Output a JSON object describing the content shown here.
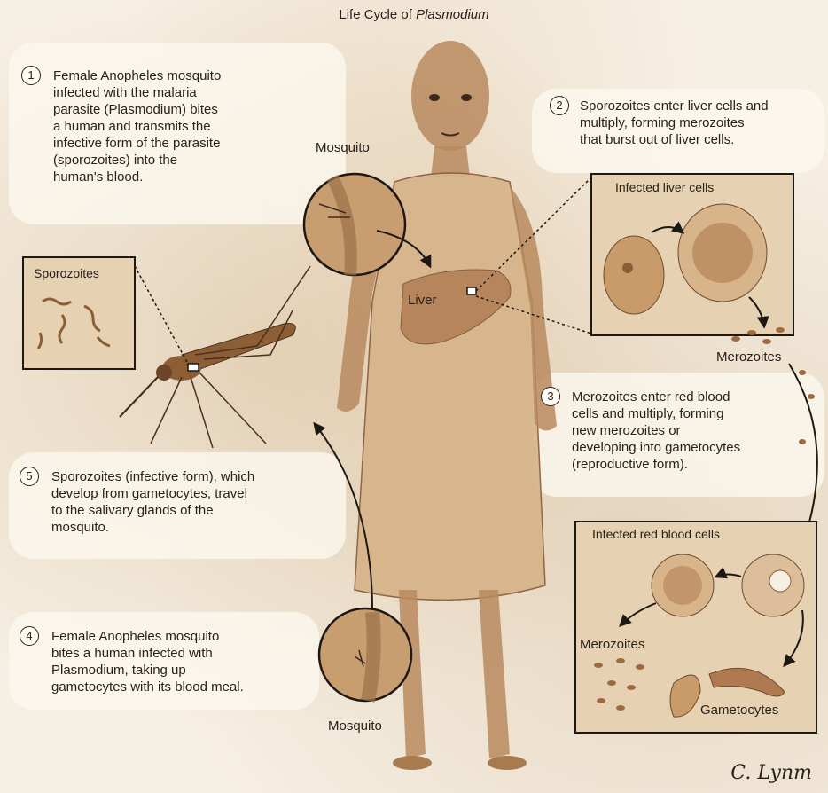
{
  "title": {
    "prefix": "Life Cycle of ",
    "italic": "Plasmodium"
  },
  "steps": [
    {
      "num": "1",
      "lines": [
        "Female Anopheles mosquito",
        "infected with the malaria",
        "parasite (Plasmodium) bites",
        "a human and transmits the",
        "infective form of the parasite",
        "(sporozoites) into the",
        "human's blood."
      ]
    },
    {
      "num": "2",
      "lines": [
        "Sporozoites enter liver cells and",
        "multiply, forming merozoites",
        "that burst out of liver cells."
      ]
    },
    {
      "num": "3",
      "lines": [
        "Merozoites enter red blood",
        "cells and multiply, forming",
        "new merozoites or",
        "developing into gametocytes",
        "(reproductive form)."
      ]
    },
    {
      "num": "4",
      "lines": [
        "Female Anopheles mosquito",
        "bites a human infected with",
        "Plasmodium, taking up",
        "gametocytes with its blood meal."
      ]
    },
    {
      "num": "5",
      "lines": [
        "Sporozoites (infective form), which",
        "develop from gametocytes, travel",
        "to the salivary glands of the",
        "mosquito."
      ]
    }
  ],
  "labels": {
    "mosquito_top": "Mosquito",
    "mosquito_bottom": "Mosquito",
    "liver": "Liver",
    "sporozoites_box": "Sporozoites",
    "infected_liver_box": "Infected liver cells",
    "merozoites_1": "Merozoites",
    "infected_rbc_box": "Infected red blood cells",
    "merozoites_2": "Merozoites",
    "gametocytes": "Gametocytes"
  },
  "signature": "C. Lynm",
  "colors": {
    "skin": "#b88a5e",
    "dress": "#d7b58c",
    "ink": "#2a211a",
    "cell": "#c99a6a"
  }
}
